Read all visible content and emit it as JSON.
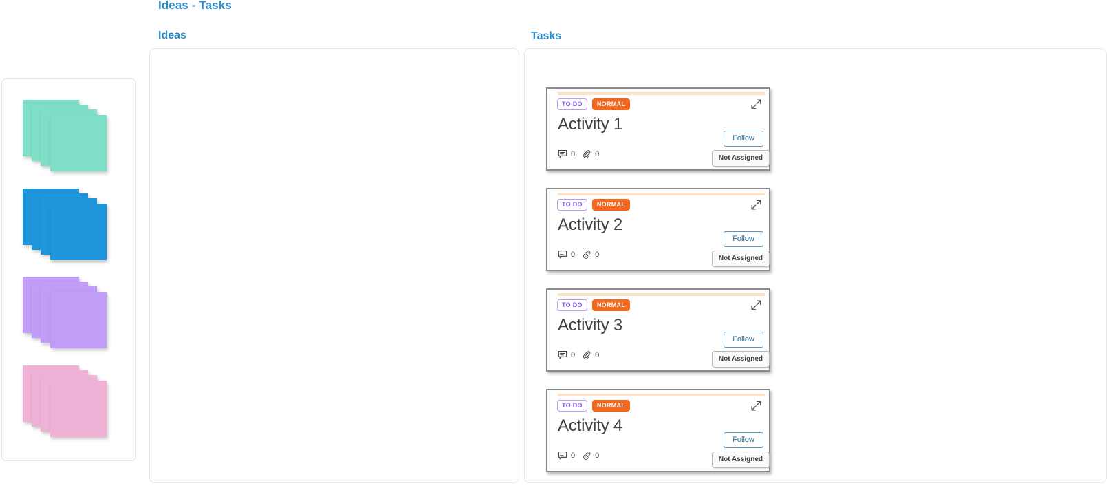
{
  "board": {
    "title": "Ideas - Tasks",
    "columns": {
      "ideas_label": "Ideas",
      "tasks_label": "Tasks"
    }
  },
  "palette": {
    "stacks": [
      {
        "name": "green-notes",
        "color": "#7fdfc6",
        "count": 4
      },
      {
        "name": "blue-notes",
        "color": "#1f95db",
        "count": 4
      },
      {
        "name": "purple-notes",
        "color": "#c19df7",
        "count": 4
      },
      {
        "name": "pink-notes",
        "color": "#efb2d6",
        "count": 4
      }
    ]
  },
  "ideas": {
    "cards": []
  },
  "tasks": {
    "cards": [
      {
        "status": "TO DO",
        "priority": "NORMAL",
        "title": "Activity 1",
        "comments": "0",
        "attachments": "0",
        "follow_label": "Follow",
        "assignee_label": "Not Assigned",
        "expand_icon": "expand-icon"
      },
      {
        "status": "TO DO",
        "priority": "NORMAL",
        "title": "Activity 2",
        "comments": "0",
        "attachments": "0",
        "follow_label": "Follow",
        "assignee_label": "Not Assigned",
        "expand_icon": "expand-icon"
      },
      {
        "status": "TO DO",
        "priority": "NORMAL",
        "title": "Activity 3",
        "comments": "0",
        "attachments": "0",
        "follow_label": "Follow",
        "assignee_label": "Not Assigned",
        "expand_icon": "expand-icon"
      },
      {
        "status": "TO DO",
        "priority": "NORMAL",
        "title": "Activity 4",
        "comments": "0",
        "attachments": "0",
        "follow_label": "Follow",
        "assignee_label": "Not Assigned",
        "expand_icon": "expand-icon"
      }
    ]
  },
  "colors": {
    "heading": "#2e8bc9",
    "priority_badge": "#f4681d",
    "status_badge": "#8b5cf6",
    "card_border": "#8a8a8a",
    "card_accent": "#fbe3c8",
    "follow_border": "#5a93b4"
  }
}
